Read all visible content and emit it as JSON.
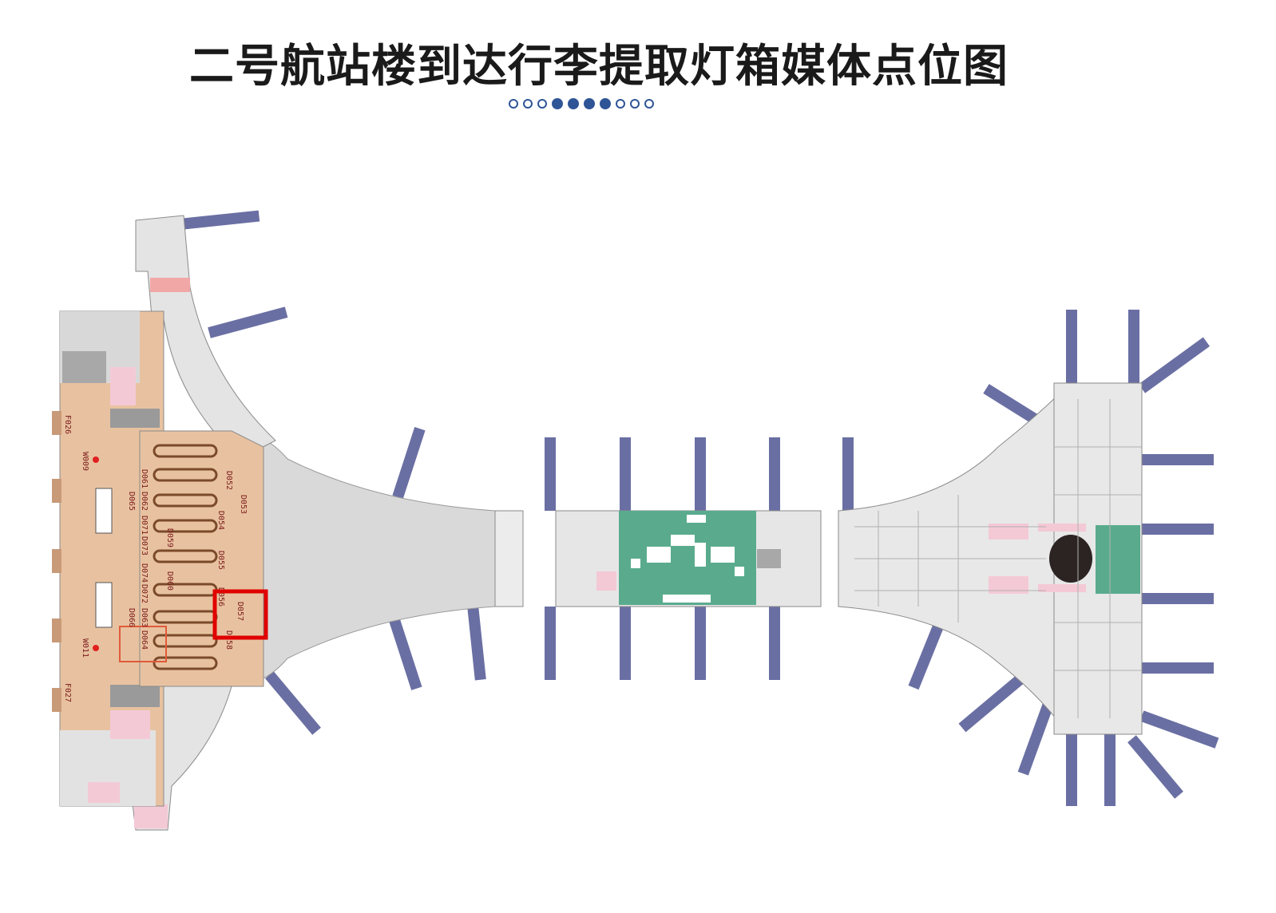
{
  "title": "二号航站楼到达行李提取灯箱媒体点位图",
  "pager": {
    "total": 10,
    "active": [
      4,
      5,
      6,
      7
    ],
    "color": "#2f5597"
  },
  "colors": {
    "gate_bridge": "#6a6fa3",
    "baggage_hall": "#e8c2a0",
    "terminal_gray": "#dcdcdc",
    "concourse_fill": "#d9d9da",
    "green_zone": "#5aab8e",
    "highlight": "#e00000"
  },
  "labels": {
    "f026": "F026",
    "f027": "F027",
    "w009": "W009",
    "w011": "W011",
    "d052": "D052",
    "d053": "D053",
    "d054": "D054",
    "d055": "D055",
    "d056": "D056",
    "d057": "D057",
    "d058": "D058",
    "d059": "D059",
    "d060": "D060",
    "d061": "D061",
    "d062": "D062",
    "d063": "D063",
    "d064": "D064",
    "d065": "D065",
    "d066": "D066",
    "d071": "D071",
    "d072": "D072",
    "d073": "D073",
    "d074": "D074"
  }
}
